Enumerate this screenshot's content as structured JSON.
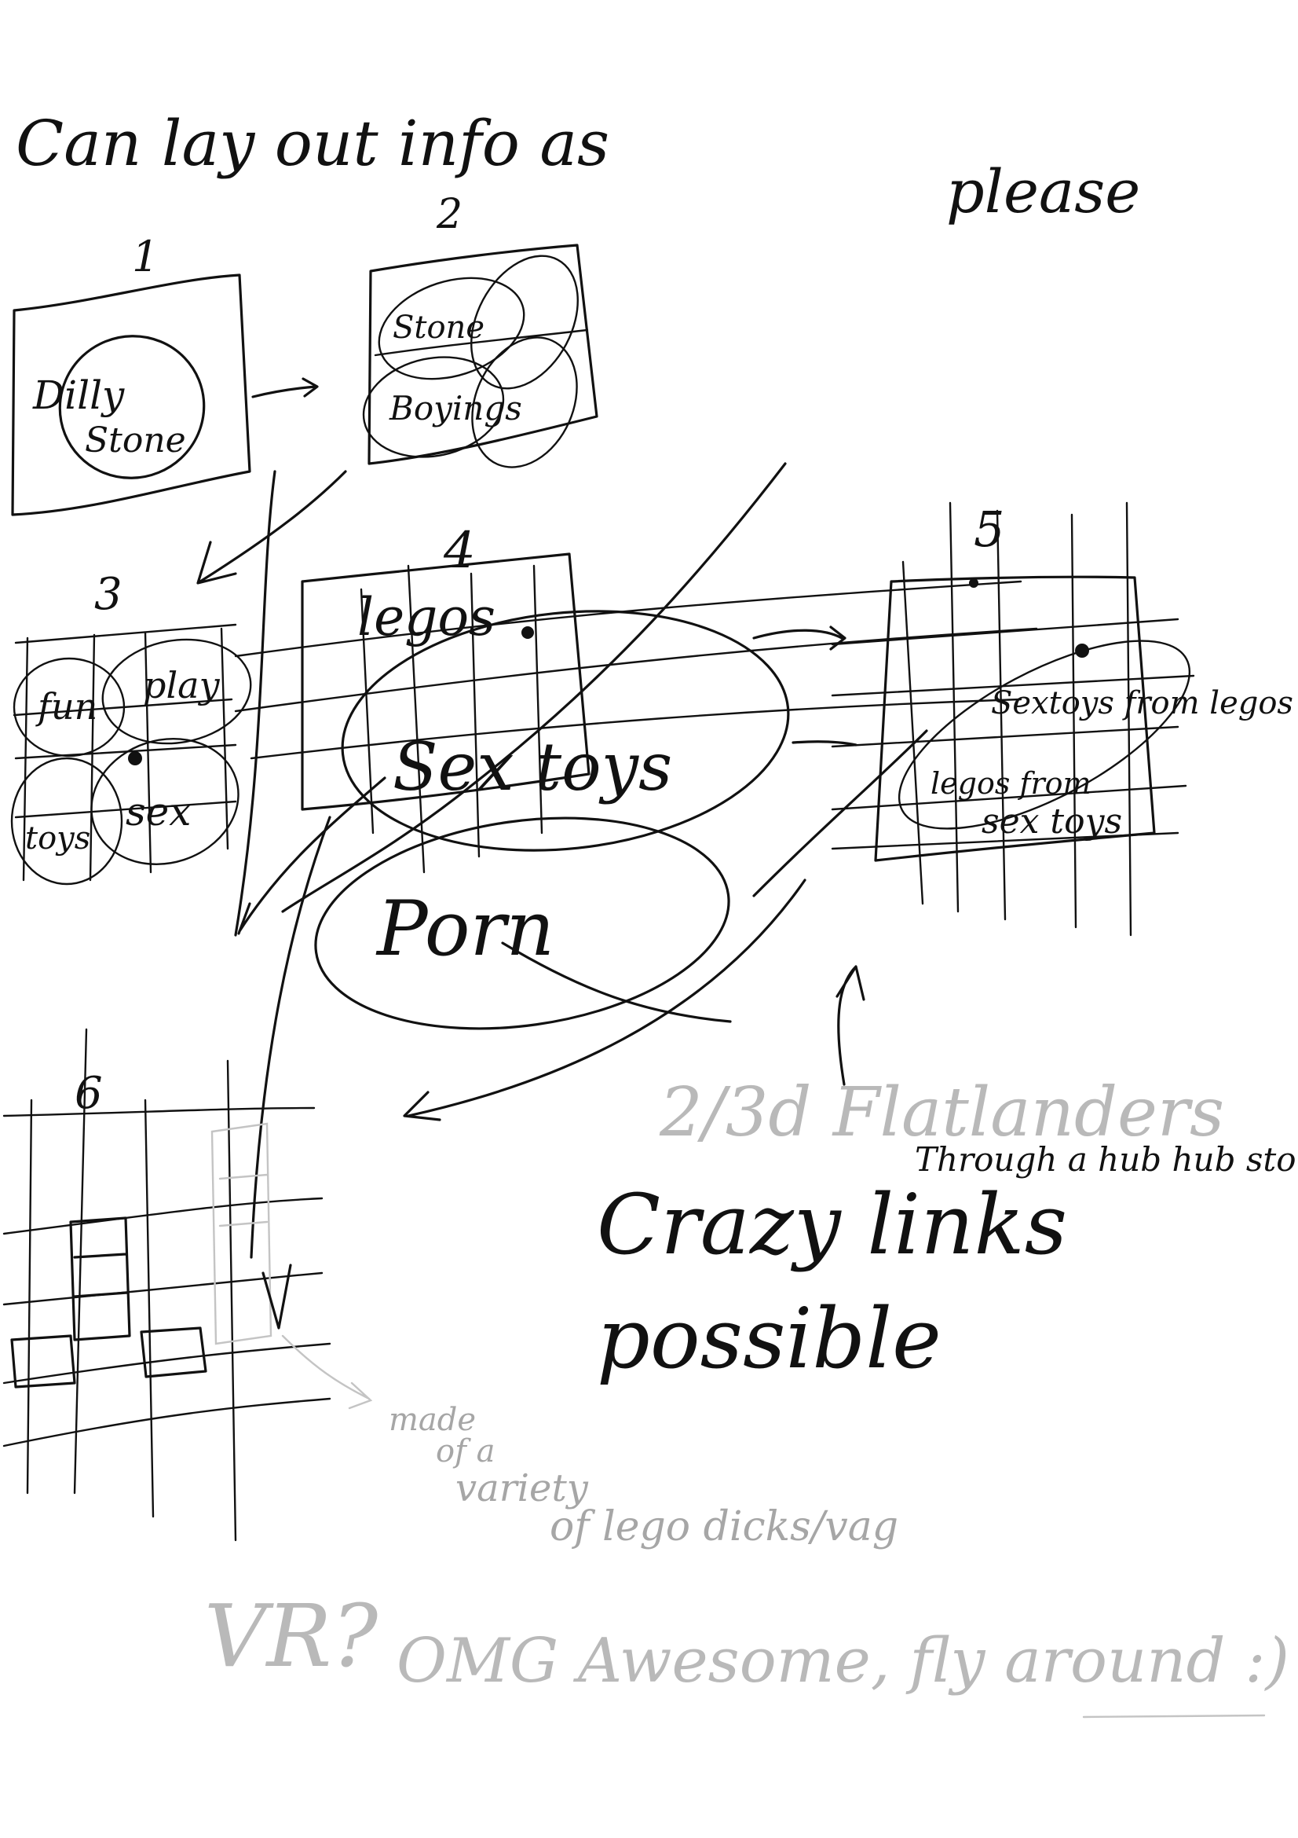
{
  "header": {
    "line1": "Can lay out info as",
    "line2": "please"
  },
  "panels": {
    "p1": {
      "number": "1",
      "line1": "Dilly",
      "line2": "Stone"
    },
    "p2": {
      "number": "2",
      "line1": "Stone",
      "line2": "Boyings"
    },
    "p3": {
      "number": "3",
      "cells": [
        "fun",
        "play",
        "toys",
        "sex"
      ]
    },
    "p4": {
      "number": "4",
      "title": "legos",
      "center": "Sex toys",
      "bottom": "Porn"
    },
    "p5": {
      "number": "5",
      "line1": "Sextoys from legos",
      "line2": "legos from",
      "line3": "sex toys"
    },
    "p6": {
      "number": "6"
    }
  },
  "notes": {
    "flatlanders": "2/3d Flatlanders",
    "through": "Through a hub hub stone",
    "crazy": "Crazy links",
    "possible": "possible",
    "made": "made",
    "of_a": "of a",
    "variety": "variety",
    "of_lego": "of lego dicks/vag",
    "vr": "VR?",
    "omg": "OMG Awesome, fly around :)"
  }
}
